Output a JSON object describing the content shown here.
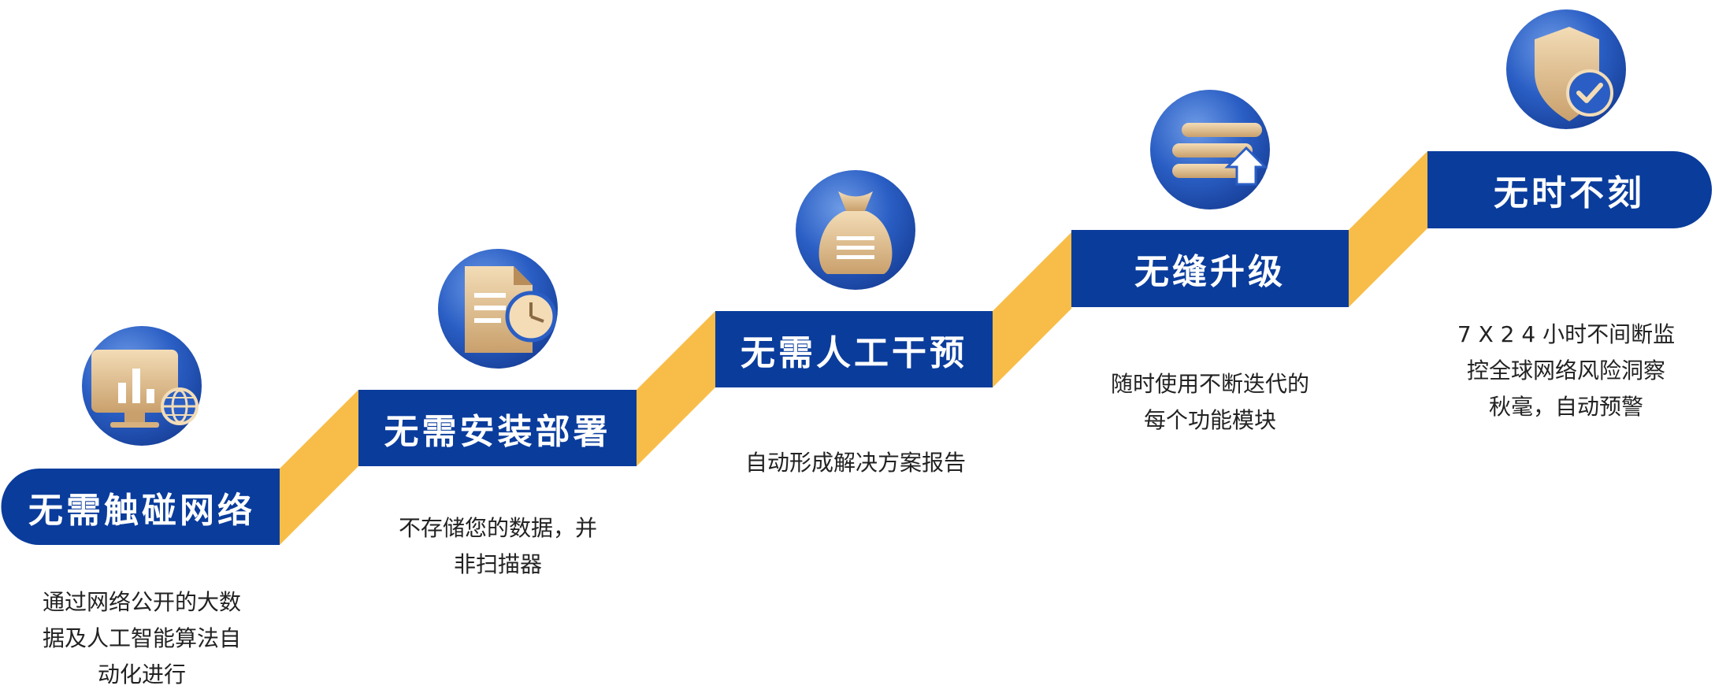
{
  "colors": {
    "blue": "#0A3C9C",
    "yellow": "#F8BD48",
    "gold": "#D8B17E"
  },
  "steps": [
    {
      "title": "无需触碰网络",
      "icon": "monitor-chart-globe-icon",
      "desc": [
        "通过网络公开的大数",
        "据及人工智能算法自",
        "动化进行"
      ]
    },
    {
      "title": "无需安装部署",
      "icon": "document-clock-icon",
      "desc": [
        "不存储您的数据，并",
        "非扫描器"
      ]
    },
    {
      "title": "无需人工干预",
      "icon": "money-bag-icon",
      "desc": [
        "自动形成解决方案报告"
      ]
    },
    {
      "title": "无缝升级",
      "icon": "layers-upgrade-arrow-icon",
      "desc": [
        "随时使用不断迭代的",
        "每个功能模块"
      ]
    },
    {
      "title": "无时不刻",
      "icon": "shield-check-icon",
      "desc": [
        "7 X 2 4 小时不间断监",
        "控全球网络风险洞察",
        "秋毫，自动预警"
      ]
    }
  ]
}
